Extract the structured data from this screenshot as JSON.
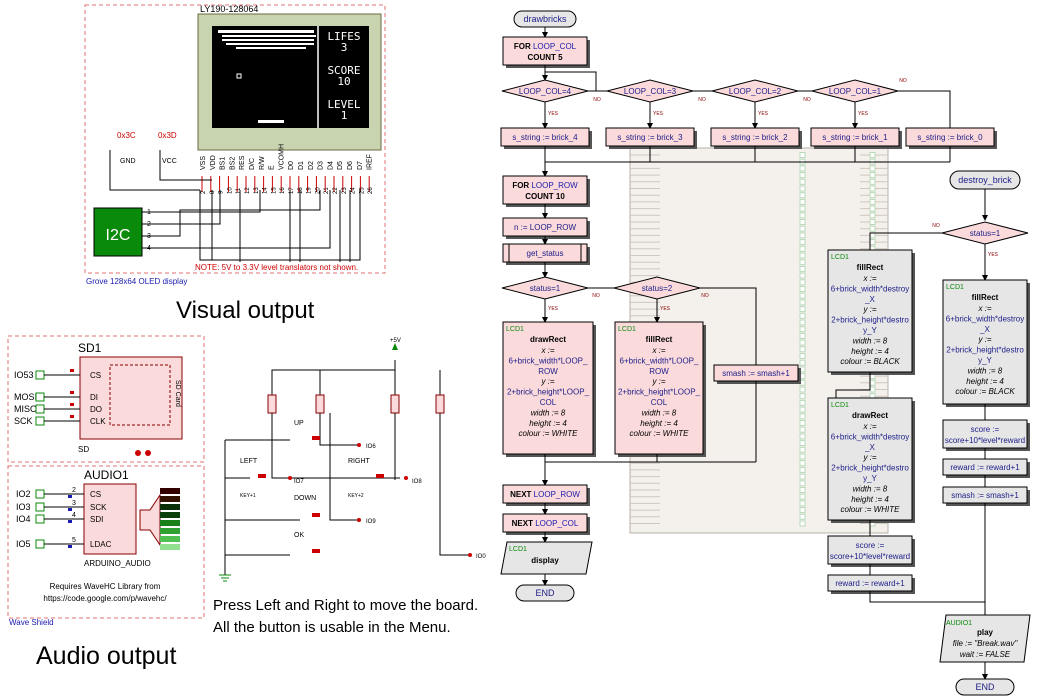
{
  "oled": {
    "title": "LY190-128064",
    "lifes_label": "LIFES",
    "lifes_value": "3",
    "score_label": "SCORE",
    "score_value": "10",
    "level_label": "LEVEL",
    "level_value": "1",
    "pins": [
      "VSS",
      "VDD",
      "BS1",
      "BS2",
      "RES",
      "D/C",
      "R/W",
      "E",
      "VCOMH",
      "D0",
      "D1",
      "D2",
      "D3",
      "D4",
      "D5",
      "D6",
      "D7",
      "IREF"
    ],
    "pin_numbers": [
      "2",
      "8",
      "9",
      "10",
      "11",
      "12",
      "13",
      "14",
      "15",
      "16",
      "17",
      "18",
      "19",
      "20",
      "21",
      "22",
      "23",
      "24",
      "25",
      "26"
    ],
    "addr1": "0x3C",
    "addr2": "0x3D",
    "gnd": "GND",
    "vcc": "VCC",
    "i2c": "I2C",
    "i2c_pins": [
      "1",
      "2",
      "3",
      "4"
    ],
    "note": "NOTE: 5V to 3.3V level translators not shown.",
    "caption": "Grove 128x64 OLED display"
  },
  "visual_output": "Visual output",
  "audio_output": "Audio output",
  "sd": {
    "title": "SD1",
    "sub": "SD",
    "pins_left": [
      "IO53",
      "MOSI",
      "MISO",
      "SCK"
    ],
    "pins_inner": [
      "CS",
      "DI",
      "DO",
      "CLK"
    ],
    "card": "SD Card"
  },
  "audio": {
    "title": "AUDIO1",
    "pins_left": [
      "IO2",
      "IO3",
      "IO4",
      "IO5"
    ],
    "pin_nums": [
      "2",
      "3",
      "4",
      "5"
    ],
    "pins_inner": [
      "CS",
      "SCK",
      "SDI",
      "LDAC"
    ],
    "chip": "ARDUINO_AUDIO",
    "req1": "Requires WaveHC Library from",
    "req2": "https://code.google.com/p/wavehc/",
    "caption": "Wave Shield"
  },
  "buttons": {
    "vplus": "+5V",
    "up": "UP",
    "left": "LEFT",
    "right": "RIGHT",
    "down": "DOWN",
    "ok": "OK",
    "io6": "IO6",
    "io7": "IO7",
    "io8": "IO8",
    "io9": "IO9",
    "io0": "IO0",
    "key1": "KEY+1",
    "key2": "KEY+2"
  },
  "instructions": {
    "line1": "Press Left and Right to move the board.",
    "line2": "All the button is usable in the Menu."
  },
  "flow": {
    "start": "drawbricks",
    "for_col_kw": "FOR",
    "for_col_var": "LOOP_COL",
    "for_col_count": "COUNT 5",
    "conds": [
      "LOOP_COL=4",
      "LOOP_COL=3",
      "LOOP_COL=2",
      "LOOP_COL=1"
    ],
    "yes": "YES",
    "no": "NO",
    "assigns": [
      "s_string := brick_4",
      "s_string := brick_3",
      "s_string := brick_2",
      "s_string := brick_1",
      "s_string := brick_0"
    ],
    "for_row_kw": "FOR",
    "for_row_var": "LOOP_ROW",
    "for_row_count": "COUNT 10",
    "n_assign": "n := LOOP_ROW",
    "get_status": "get_status",
    "status1": "status=1",
    "status2": "status=2",
    "lcd": "LCD1",
    "drawrect": "drawRect",
    "fillrect": "fillRect",
    "rect_row": [
      "x :=",
      "6+brick_width*LOOP_",
      "ROW",
      "y :=",
      "2+brick_height*LOOP_",
      "COL",
      "width := 8",
      "height := 4",
      "colour := WHITE"
    ],
    "smash1": "smash := smash+1",
    "fill1": [
      "x :=",
      "6+brick_width*destroy",
      "_X",
      "y :=",
      "2+brick_height*destro",
      "y_Y",
      "width := 8",
      "height := 4",
      "colour := BLACK"
    ],
    "draw2": [
      "x :=",
      "6+brick_width*destroy",
      "_X",
      "y :=",
      "2+brick_height*destro",
      "y_Y",
      "width := 8",
      "height := 4",
      "colour := WHITE"
    ],
    "score": [
      "score :=",
      "score+10*level*reward"
    ],
    "reward": "reward := reward+1",
    "next_row": "NEXT",
    "next_row_var": "LOOP_ROW",
    "next_col": "NEXT",
    "next_col_var": "LOOP_COL",
    "display": "display",
    "end": "END",
    "destroy": "destroy_brick",
    "status_eq": "status=1",
    "smash2": "smash := smash+1",
    "audio1": "AUDIO1",
    "play": "play",
    "play_file": "file := \"Break.wav\"",
    "play_wait": "wait := FALSE"
  },
  "colors": {
    "pink": "#fadada",
    "gray": "#e6e6e6",
    "green": "#0a8a0a",
    "red": "#cc0000",
    "blue": "#1a1ab0",
    "navy": "#20208a",
    "screen": "#000000",
    "pcb": "#c8d4b0"
  }
}
